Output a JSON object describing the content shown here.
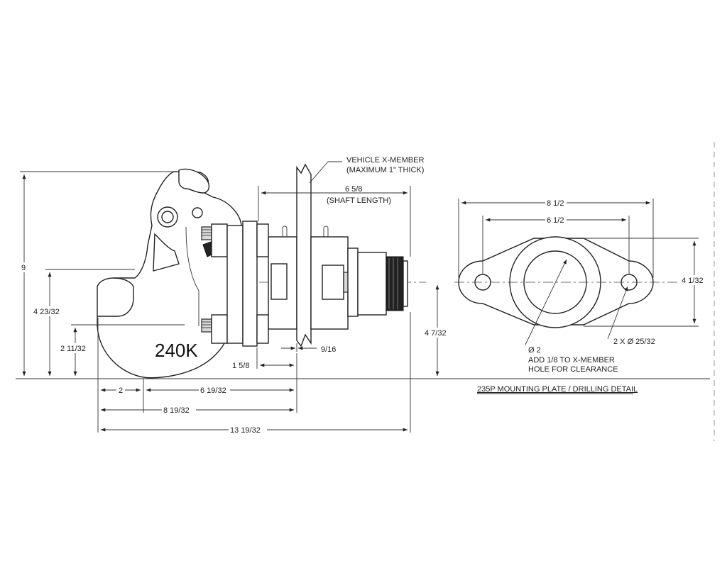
{
  "model_label": "240K",
  "callouts": {
    "vehicle_x_member_line1": "VEHICLE X-MEMBER",
    "vehicle_x_member_line2": "(MAXIMUM 1\" THICK)",
    "shaft_length_value": "6 5/8",
    "shaft_length_label": "(SHAFT LENGTH)",
    "hole_dia": "Ø 2",
    "hole_note_line1": "ADD 1/8 TO X-MEMBER",
    "hole_note_line2": "HOLE FOR CLEARANCE",
    "bolt_holes": "2 X Ø 25/32",
    "detail_title": "235P MOUNTING PLATE / DRILLING DETAIL"
  },
  "dimensions": {
    "overall_height": "9",
    "height_4_23_32": "4 23/32",
    "height_2_11_32": "2 11/32",
    "height_4_7_32": "4 7/32",
    "offset_9_16": "9/16",
    "offset_1_5_8": "1 5/8",
    "width_2": "2",
    "width_6_19_32": "6 19/32",
    "width_8_19_32": "8 19/32",
    "width_13_19_32": "13 19/32",
    "plate_width": "8 1/2",
    "hole_spacing": "6 1/2",
    "plate_height": "4 1/32"
  }
}
